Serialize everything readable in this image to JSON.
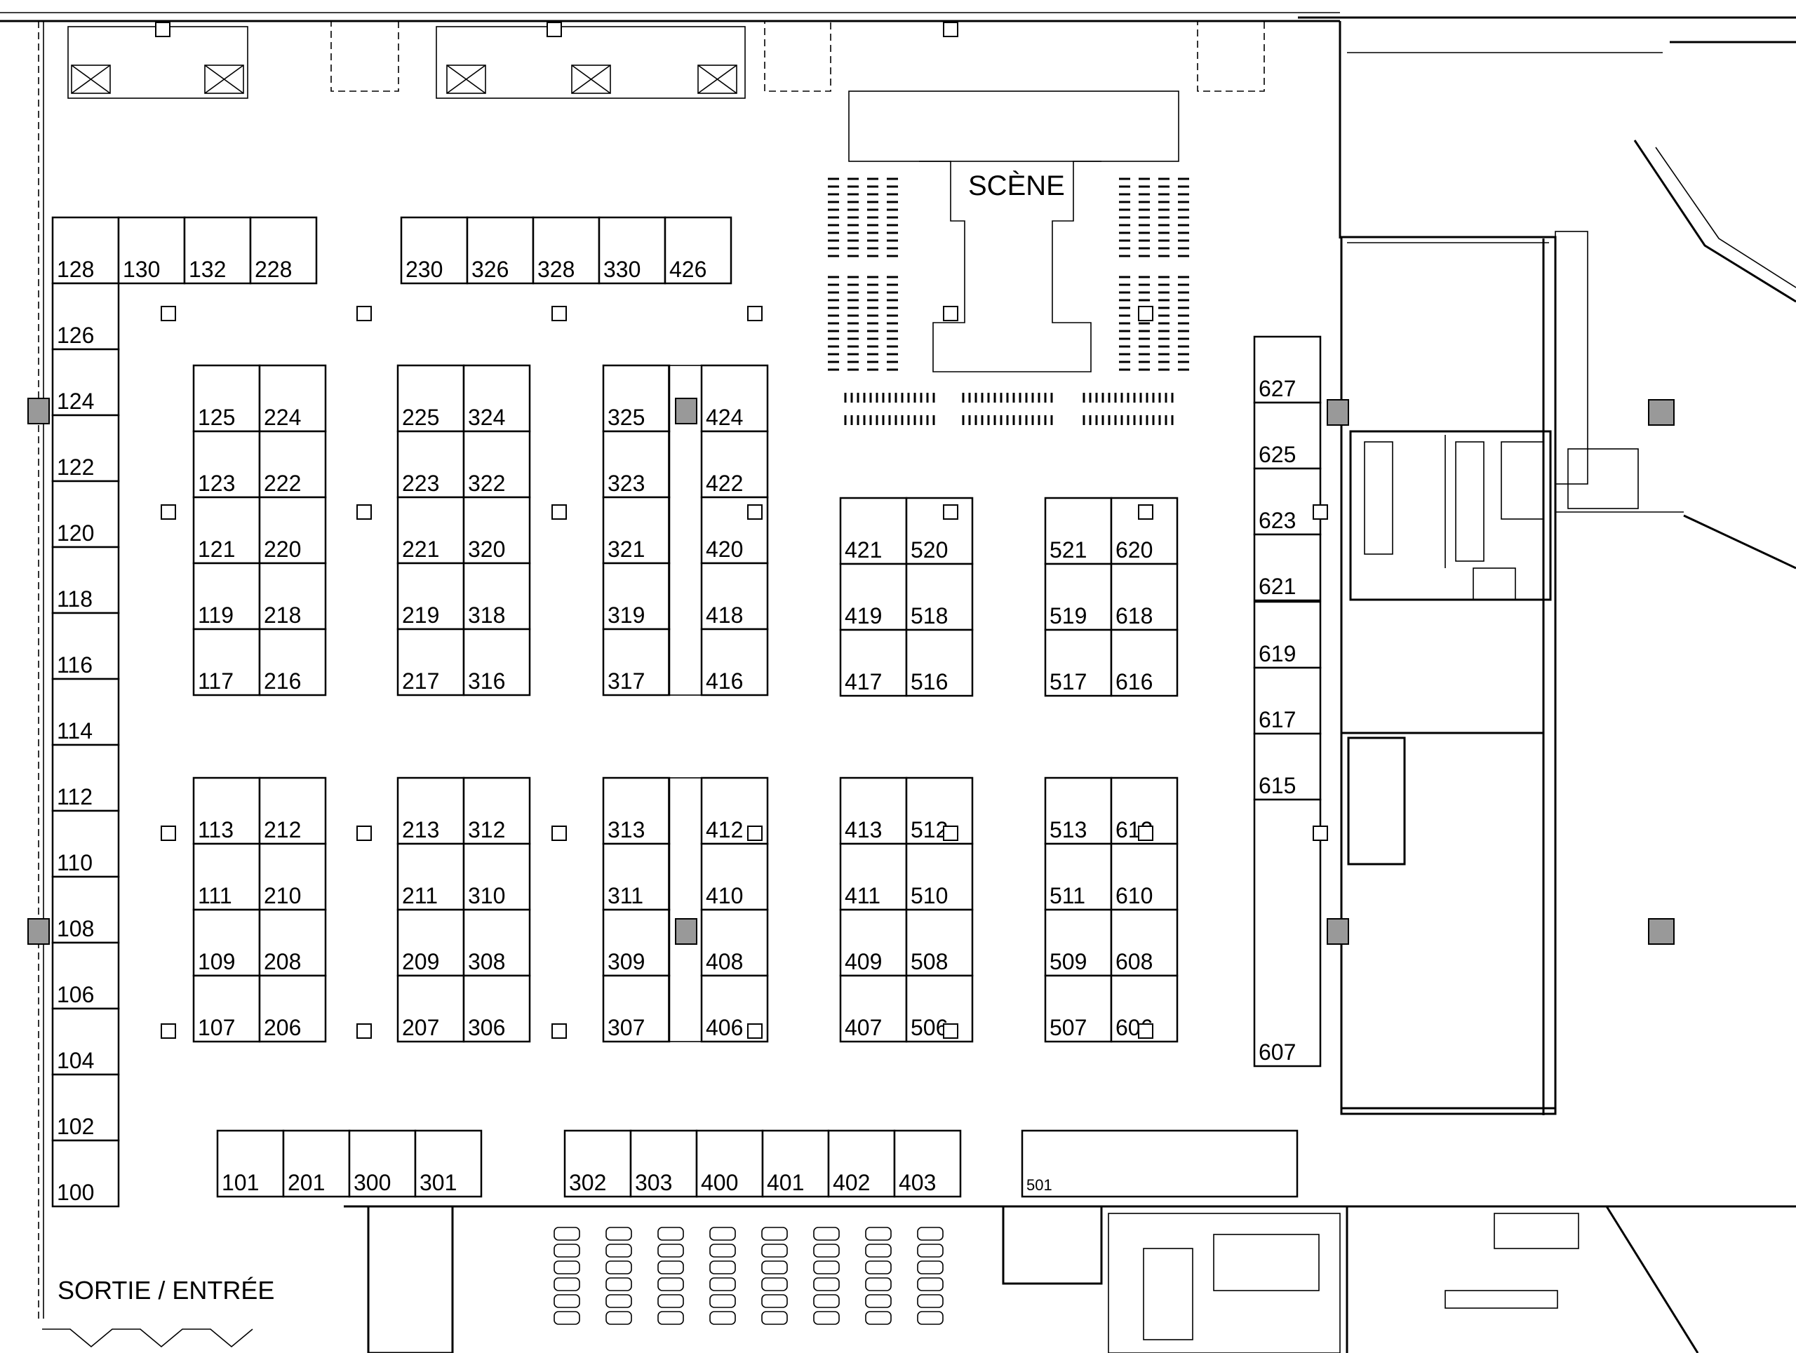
{
  "labels": {
    "stage": "SCÈNE",
    "exit": "SORTIE / ENTRÉE"
  },
  "colors": {
    "line": "#000000",
    "background": "#ffffff",
    "column": "#999999"
  },
  "booths": [
    "128",
    "130",
    "132",
    "228",
    "230",
    "326",
    "328",
    "330",
    "426",
    "126",
    "124",
    "122",
    "120",
    "118",
    "116",
    "114",
    "112",
    "110",
    "108",
    "106",
    "104",
    "102",
    "100",
    "125",
    "224",
    "123",
    "222",
    "121",
    "220",
    "119",
    "218",
    "117",
    "216",
    "225",
    "324",
    "223",
    "322",
    "221",
    "320",
    "219",
    "318",
    "217",
    "316",
    "325",
    "424",
    "323",
    "422",
    "321",
    "420",
    "319",
    "418",
    "317",
    "416",
    "421",
    "520",
    "419",
    "518",
    "417",
    "516",
    "521",
    "620",
    "519",
    "618",
    "517",
    "616",
    "113",
    "212",
    "111",
    "210",
    "109",
    "208",
    "107",
    "206",
    "213",
    "312",
    "211",
    "310",
    "209",
    "308",
    "207",
    "306",
    "313",
    "412",
    "311",
    "410",
    "309",
    "408",
    "307",
    "406",
    "413",
    "512",
    "411",
    "510",
    "409",
    "508",
    "407",
    "506",
    "513",
    "612",
    "511",
    "610",
    "509",
    "608",
    "507",
    "606",
    "627",
    "625",
    "623",
    "621",
    "619",
    "617",
    "615",
    "607",
    "101",
    "201",
    "300",
    "301",
    "302",
    "303",
    "400",
    "401",
    "402",
    "403",
    "501"
  ]
}
